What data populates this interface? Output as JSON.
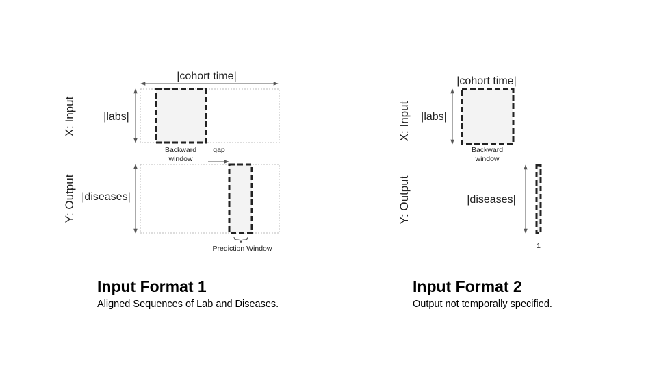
{
  "panel1": {
    "x_label": "X: Input",
    "y_label": "Y: Output",
    "cohort_time": "|cohort time|",
    "labs": "|labs|",
    "diseases": "|diseases|",
    "backward_line1": "Backward",
    "backward_line2": "window",
    "gap": "gap",
    "prediction_window": "Prediction Window",
    "title": "Input Format 1",
    "subtitle": "Aligned Sequences of Lab and Diseases."
  },
  "panel2": {
    "x_label": "X: Input",
    "y_label": "Y: Output",
    "cohort_time": "|cohort time|",
    "labs": "|labs|",
    "diseases": "|diseases|",
    "backward_line1": "Backward",
    "backward_line2": "window",
    "one": "1",
    "title": "Input Format 2",
    "subtitle": "Output not temporally specified."
  },
  "colors": {
    "window_fill": "#f3f3f3",
    "dashed_stroke": "#222222",
    "dotted_stroke": "#bbbbbb",
    "arrow": "#555555"
  }
}
